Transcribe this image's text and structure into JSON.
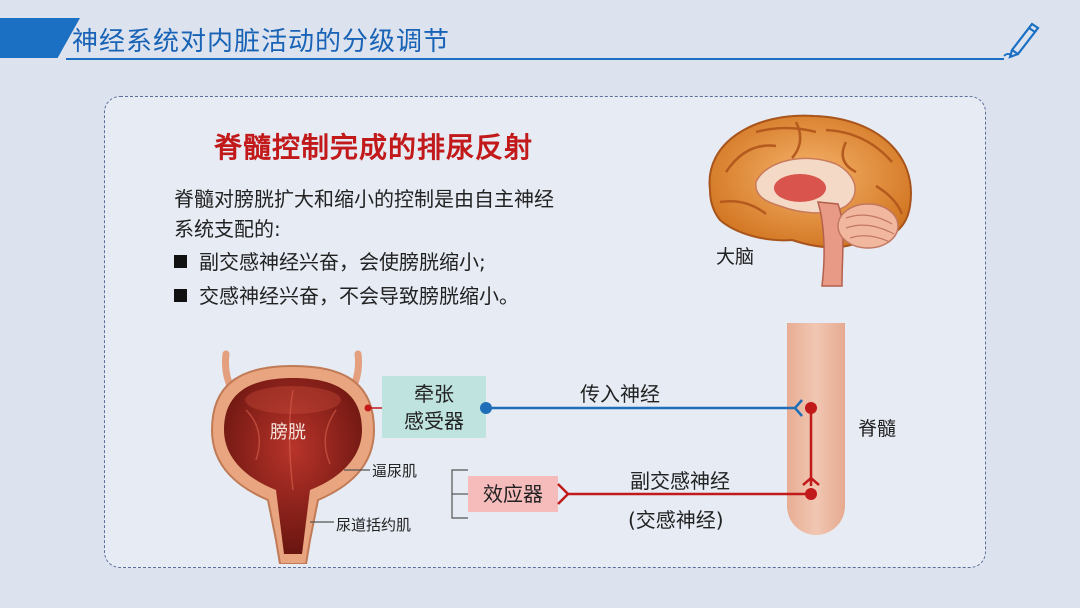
{
  "header": {
    "title": "神经系统对内脏活动的分级调节",
    "accent_color": "#1b70c4",
    "icon": "pen-icon"
  },
  "content": {
    "title": "脊髓控制完成的排尿反射",
    "intro_line1": "脊髓对膀胱扩大和缩小的控制是由自主神经",
    "intro_line2": "系统支配的:",
    "bullets": [
      "副交感神经兴奋，会使膀胱缩小;",
      "交感神经兴奋，不会导致膀胱缩小。"
    ]
  },
  "diagram": {
    "brain_label": "大脑",
    "spinal_cord_label": "脊髓",
    "bladder_label": "膀胱",
    "receptor_line1": "牵张",
    "receptor_line2": "感受器",
    "effector": "效应器",
    "afferent_nerve": "传入神经",
    "efferent_nerve": "副交感神经",
    "efferent_nerve_alt": "(交感神经)",
    "detrusor_muscle": "逼尿肌",
    "urethral_sphincter": "尿道括约肌",
    "afferent_color": "#1f6fb8",
    "efferent_color": "#c21a1a"
  }
}
